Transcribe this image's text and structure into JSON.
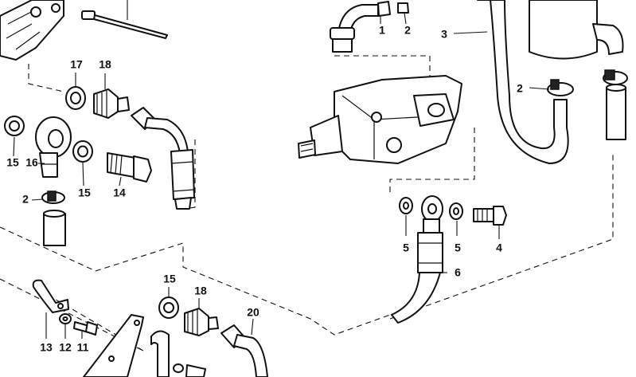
{
  "callouts": [
    {
      "id": "c1",
      "text": "1"
    },
    {
      "id": "c2a",
      "text": "2"
    },
    {
      "id": "c3",
      "text": "3"
    },
    {
      "id": "c2b",
      "text": "2"
    },
    {
      "id": "c4",
      "text": "4"
    },
    {
      "id": "c5a",
      "text": "5"
    },
    {
      "id": "c5b",
      "text": "5"
    },
    {
      "id": "c6",
      "text": "6"
    },
    {
      "id": "c17",
      "text": "17"
    },
    {
      "id": "c18a",
      "text": "18"
    },
    {
      "id": "c15a",
      "text": "15"
    },
    {
      "id": "c16",
      "text": "16"
    },
    {
      "id": "c15b",
      "text": "15"
    },
    {
      "id": "c14",
      "text": "14"
    },
    {
      "id": "c2c",
      "text": "2"
    },
    {
      "id": "c15c",
      "text": "15"
    },
    {
      "id": "c18b",
      "text": "18"
    },
    {
      "id": "c20",
      "text": "20"
    },
    {
      "id": "c13",
      "text": "13"
    },
    {
      "id": "c12",
      "text": "12"
    },
    {
      "id": "c11",
      "text": "11"
    }
  ]
}
